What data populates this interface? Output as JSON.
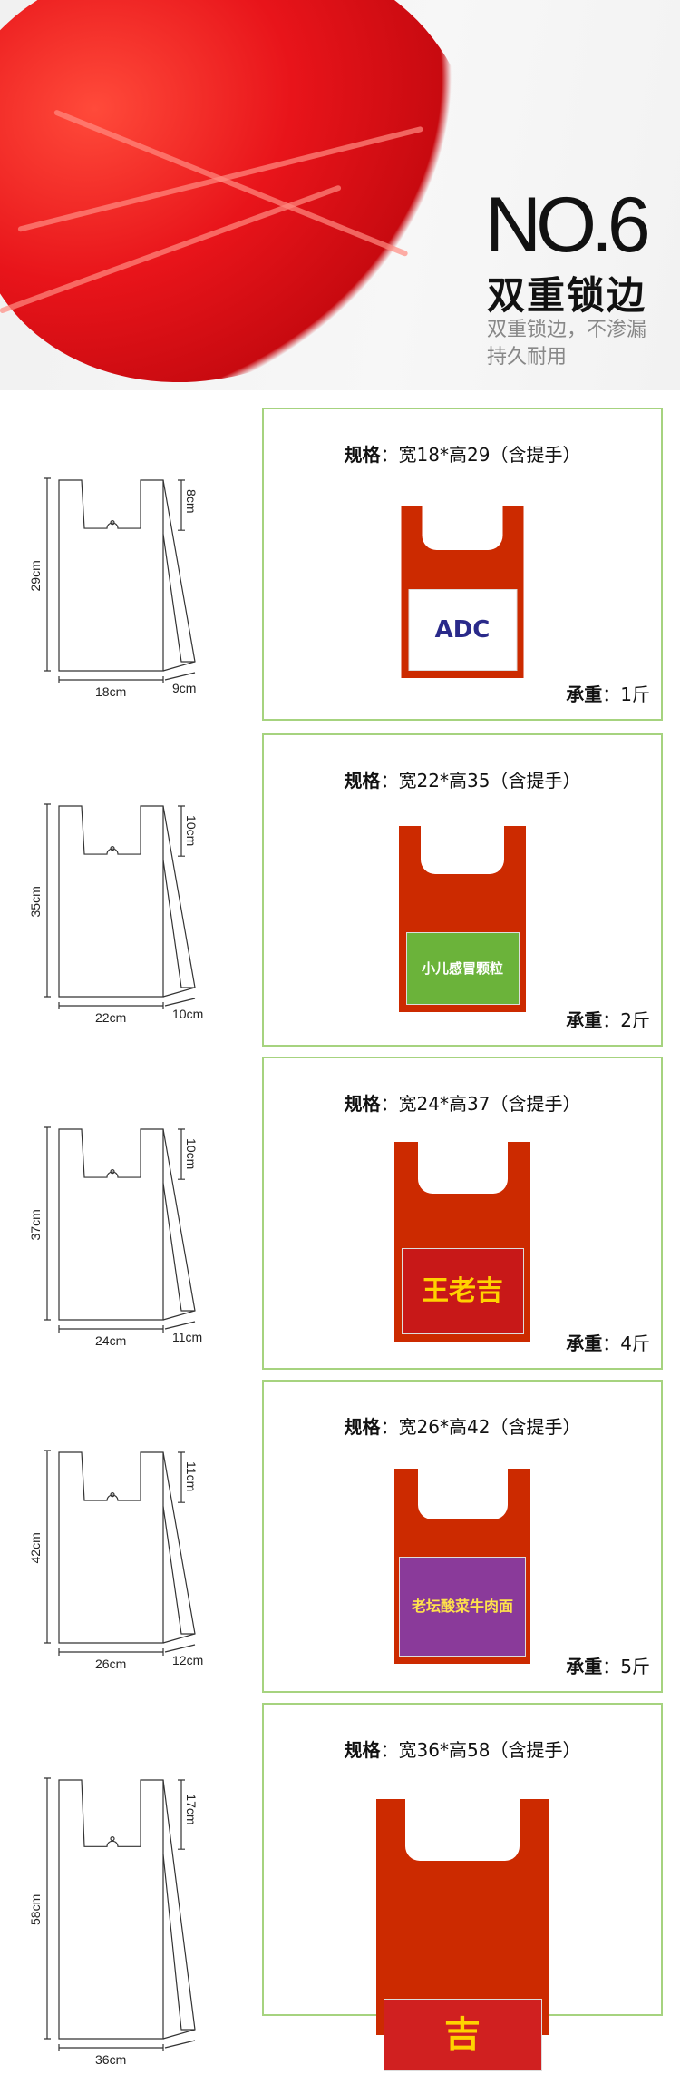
{
  "hero": {
    "number": "NO.6",
    "heading": "双重锁边",
    "sub_line1": "双重锁边，不渗漏",
    "sub_line2": "持久耐用"
  },
  "labels": {
    "spec": "规格",
    "weight": "承重"
  },
  "specs": [
    {
      "desc": "：宽18*高29（含提手）",
      "weight": "：1斤",
      "width": "18cm",
      "height": "29cm",
      "gusset": "9cm",
      "handle": "8cm",
      "product": "ADC"
    },
    {
      "desc": "：宽22*高35（含提手）",
      "weight": "：2斤",
      "width": "22cm",
      "height": "35cm",
      "gusset": "10cm",
      "handle": "10cm",
      "product": "小儿感冒颗粒"
    },
    {
      "desc": "：宽24*高37（含提手）",
      "weight": "：4斤",
      "width": "24cm",
      "height": "37cm",
      "gusset": "11cm",
      "handle": "10cm",
      "product": "王老吉"
    },
    {
      "desc": "：宽26*高42（含提手）",
      "weight": "：5斤",
      "width": "26cm",
      "height": "42cm",
      "gusset": "12cm",
      "handle": "11cm",
      "product": "老坛酸菜牛肉面"
    },
    {
      "desc": "：宽36*高58（含提手）",
      "weight": "",
      "width": "36cm",
      "height": "58cm",
      "gusset": "",
      "handle": "17cm",
      "product": "吉"
    }
  ],
  "colors": {
    "bag": "#cc2a00",
    "border": "#a6d37f"
  }
}
